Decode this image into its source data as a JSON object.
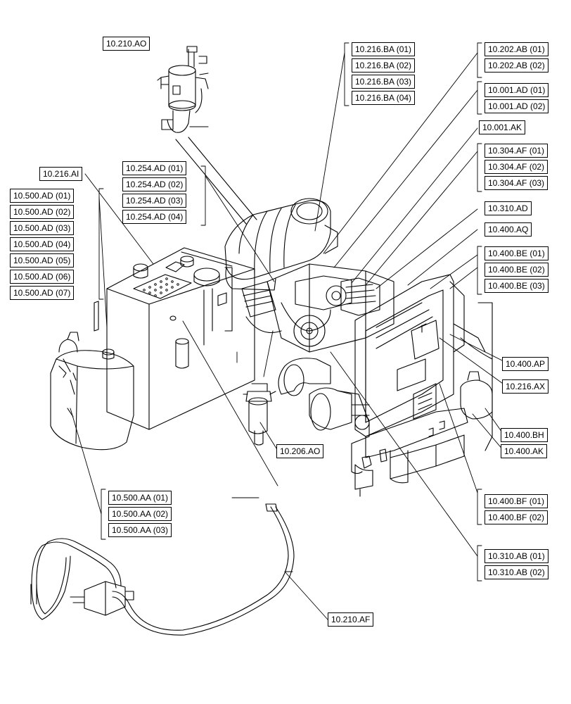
{
  "callouts": {
    "fuel_pump": "10.210.AO",
    "fuel_tank": "10.216.AI",
    "def_tank_1": "10.500.AD (01)",
    "def_tank_2": "10.500.AD (02)",
    "def_tank_3": "10.500.AD (03)",
    "def_tank_4": "10.500.AD (04)",
    "def_tank_5": "10.500.AD (05)",
    "def_tank_6": "10.500.AD (06)",
    "def_tank_7": "10.500.AD (07)",
    "air_duct_1": "10.254.AD (01)",
    "air_duct_2": "10.254.AD (02)",
    "air_duct_3": "10.254.AD (03)",
    "air_duct_4": "10.254.AD (04)",
    "exhaust_1": "10.216.BA (01)",
    "exhaust_2": "10.216.BA (02)",
    "exhaust_3": "10.216.BA (03)",
    "exhaust_4": "10.216.BA (04)",
    "mount_1": "10.202.AB (01)",
    "mount_2": "10.202.AB (02)",
    "engine_1": "10.001.AD (01)",
    "engine_2": "10.001.AD (02)",
    "engine_ak": "10.001.AK",
    "pipe_1": "10.304.AF (01)",
    "pipe_2": "10.304.AF (02)",
    "pipe_3": "10.304.AF (03)",
    "cooler": "10.310.AD",
    "radiator_aq": "10.400.AQ",
    "radiator_be_1": "10.400.BE (01)",
    "radiator_be_2": "10.400.BE (02)",
    "radiator_be_3": "10.400.BE (03)",
    "radiator_ap": "10.400.AP",
    "tank_ax": "10.216.AX",
    "expansion_bh": "10.400.BH",
    "expansion_ak": "10.400.AK",
    "water_sep": "10.206.AO",
    "radiator_bf_1": "10.400.BF (01)",
    "radiator_bf_2": "10.400.BF (02)",
    "aftercooler_1": "10.310.AB (01)",
    "aftercooler_2": "10.310.AB (02)",
    "def_bottle_1": "10.500.AA (01)",
    "def_bottle_2": "10.500.AA (02)",
    "def_bottle_3": "10.500.AA (03)",
    "fuel_line": "10.210.AF"
  },
  "colors": {
    "line": "#000000",
    "background": "#ffffff"
  }
}
